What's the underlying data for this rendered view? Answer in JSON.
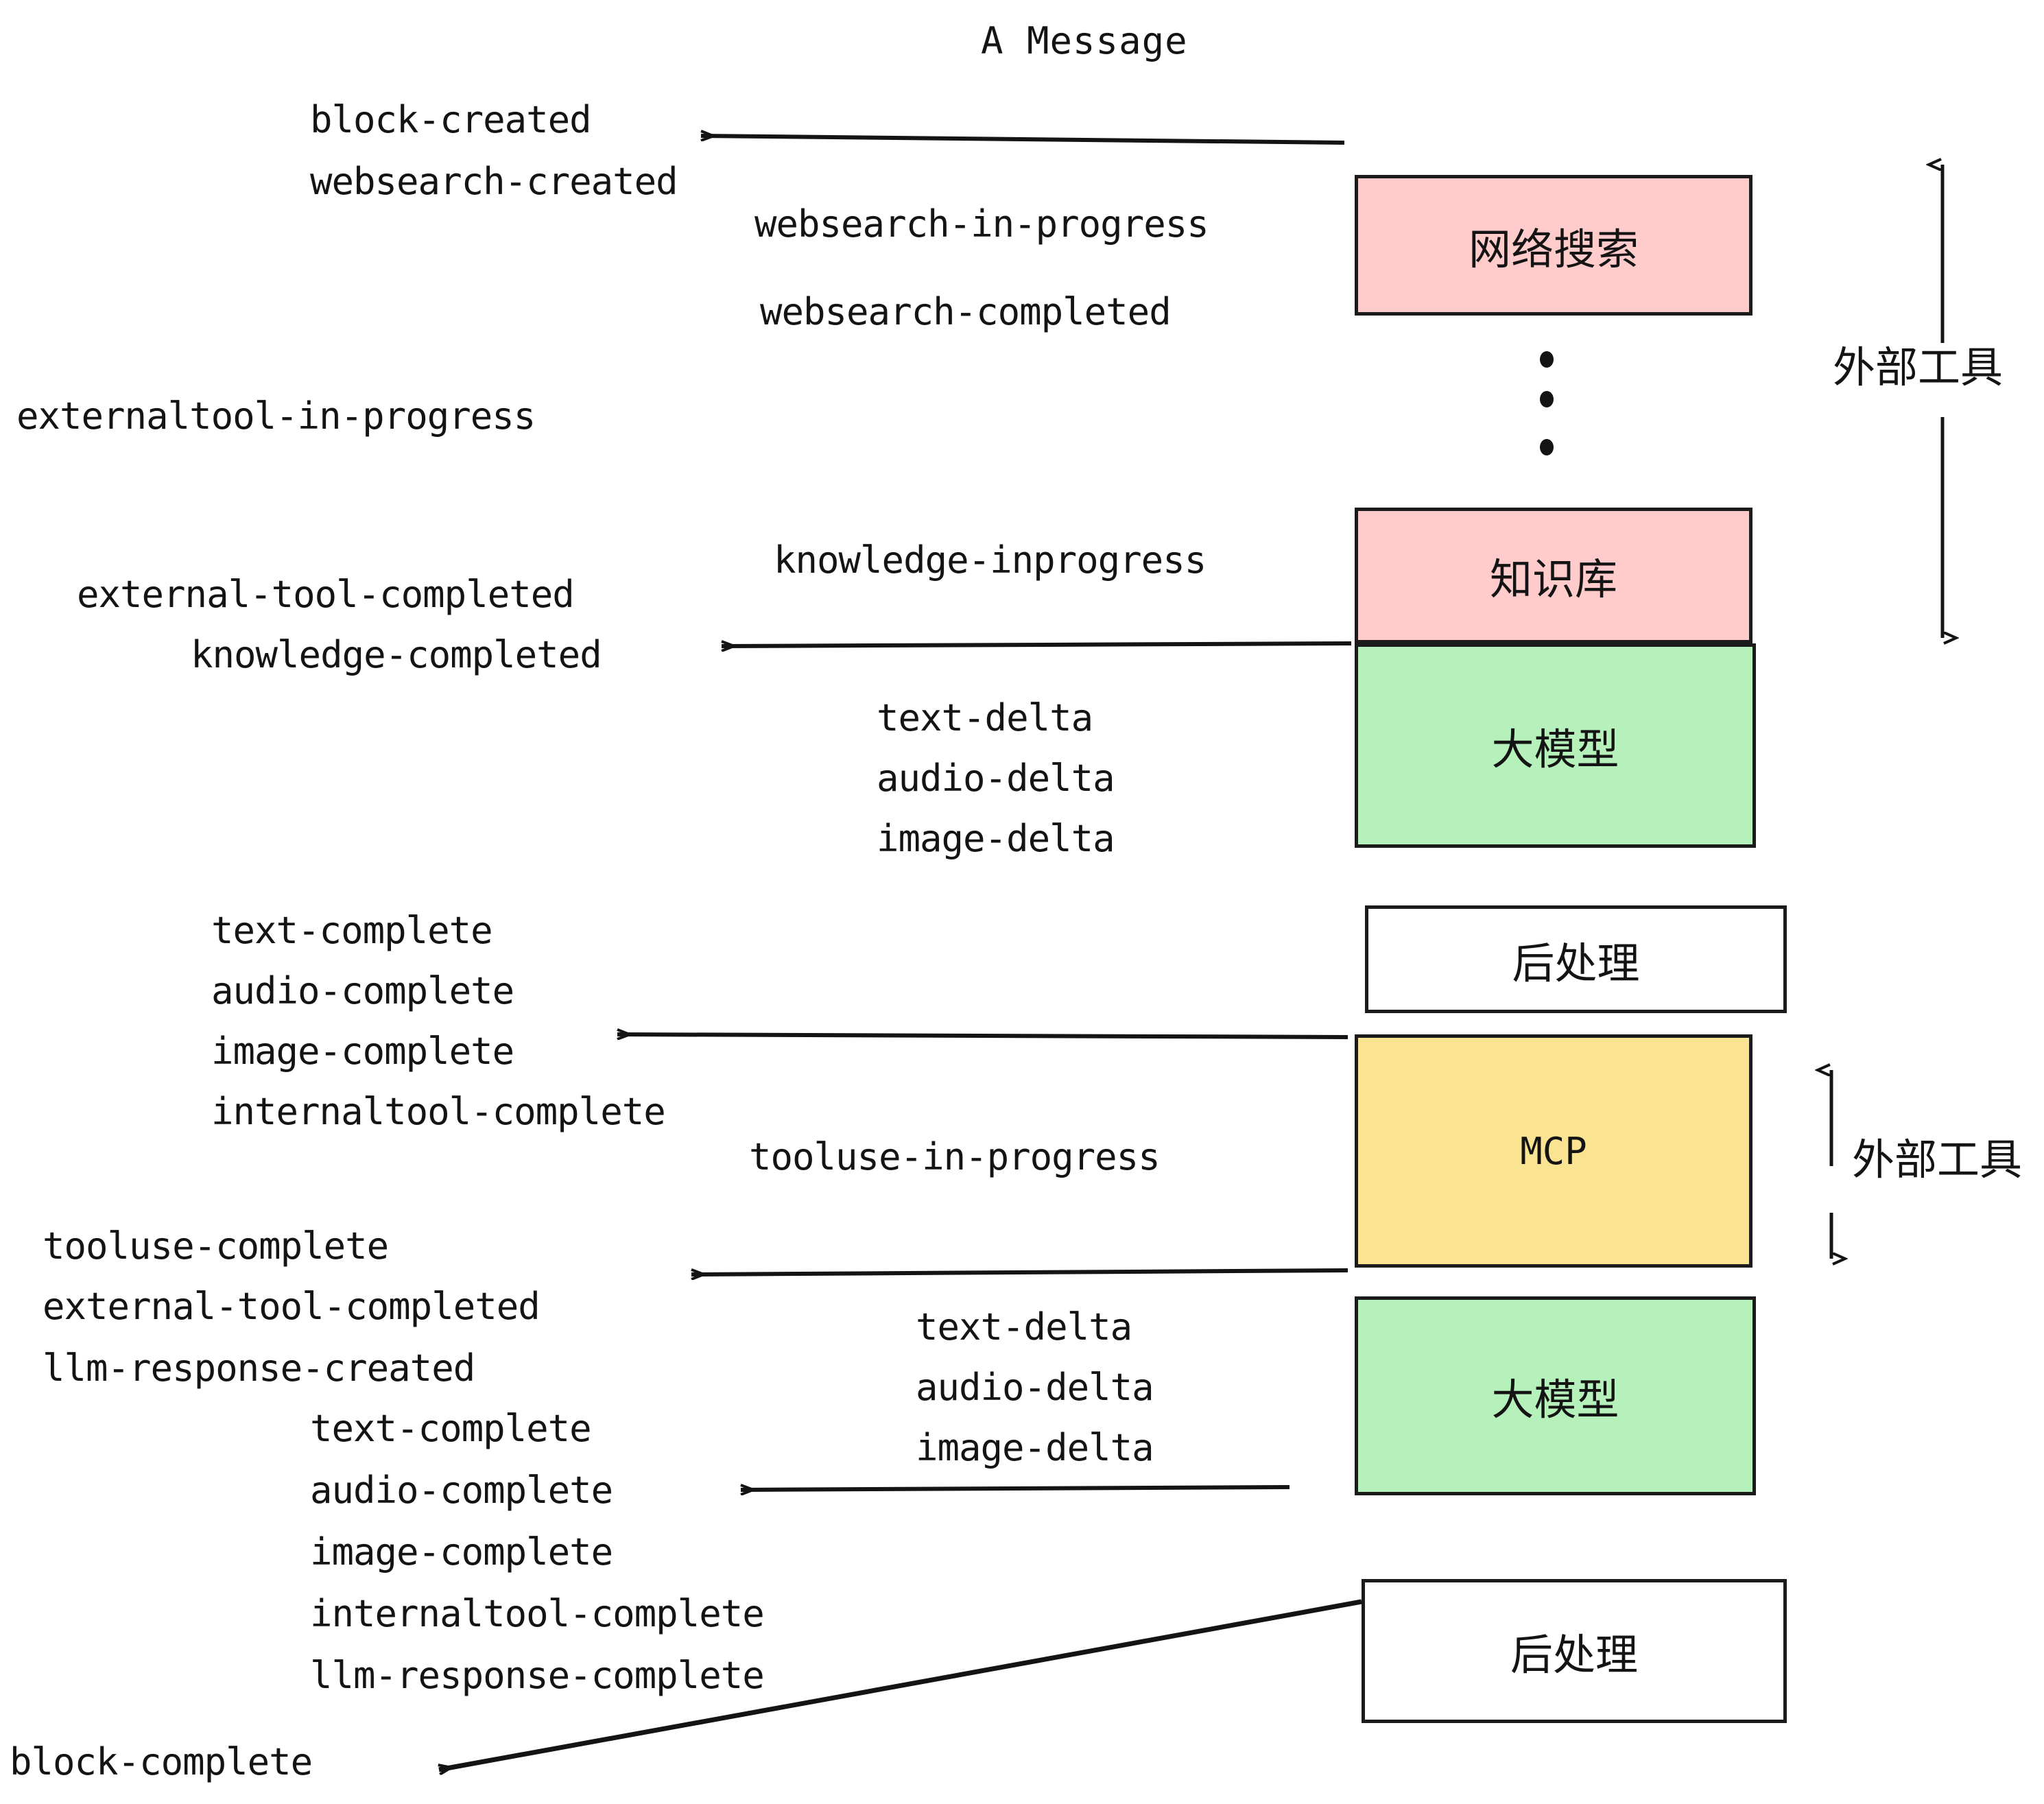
{
  "title": "A Message",
  "colors": {
    "pink": "#FFCBCB",
    "green": "#B6F0BA",
    "yellow": "#FAE391",
    "white": "#FFFFFF",
    "stroke": "#1B1B1B",
    "text": "#141414"
  },
  "boxes": [
    {
      "id": "websearch",
      "label": "网络搜索",
      "fill": "#FFCBCB"
    },
    {
      "id": "knowledge",
      "label": "知识库",
      "fill": "#FFCBCB"
    },
    {
      "id": "llm-top",
      "label": "大模型",
      "fill": "#B6F0BA"
    },
    {
      "id": "postprocess-top",
      "label": "后处理",
      "fill": "#FFFFFF"
    },
    {
      "id": "mcp",
      "label": "MCP",
      "fill": "#FAE391"
    },
    {
      "id": "llm-bottom",
      "label": "大模型",
      "fill": "#B6F0BA"
    },
    {
      "id": "postprocess-bottom",
      "label": "后处理",
      "fill": "#FFFFFF"
    }
  ],
  "side_labels": [
    {
      "id": "external-tool-top",
      "label": "外部工具"
    },
    {
      "id": "external-tool-bottom",
      "label": "外部工具"
    }
  ],
  "events": {
    "block_created": "block-created",
    "websearch_created": "websearch-created",
    "websearch_in_progress": "websearch-in-progress",
    "websearch_completed": "websearch-completed",
    "externaltool_in_progress": "externaltool-in-progress",
    "knowledge_inprogress": "knowledge-inprogress",
    "external_tool_completed_1": "external-tool-completed",
    "knowledge_completed": "knowledge-completed",
    "text_delta_1": "text-delta",
    "audio_delta_1": "audio-delta",
    "image_delta_1": "image-delta",
    "text_complete_1": "text-complete",
    "audio_complete_1": "audio-complete",
    "image_complete_1": "image-complete",
    "internaltool_complete_1": "internaltool-complete",
    "tooluse_in_progress": "tooluse-in-progress",
    "tooluse_complete": "tooluse-complete",
    "external_tool_completed_2": "external-tool-completed",
    "llm_response_created": "llm-response-created",
    "text_delta_2": "text-delta",
    "audio_delta_2": "audio-delta",
    "image_delta_2": "image-delta",
    "text_complete_2": "text-complete",
    "audio_complete_2": "audio-complete",
    "image_complete_2": "image-complete",
    "internaltool_complete_2": "internaltool-complete",
    "llm_response_complete": "llm-response-complete",
    "block_complete": "block-complete"
  }
}
